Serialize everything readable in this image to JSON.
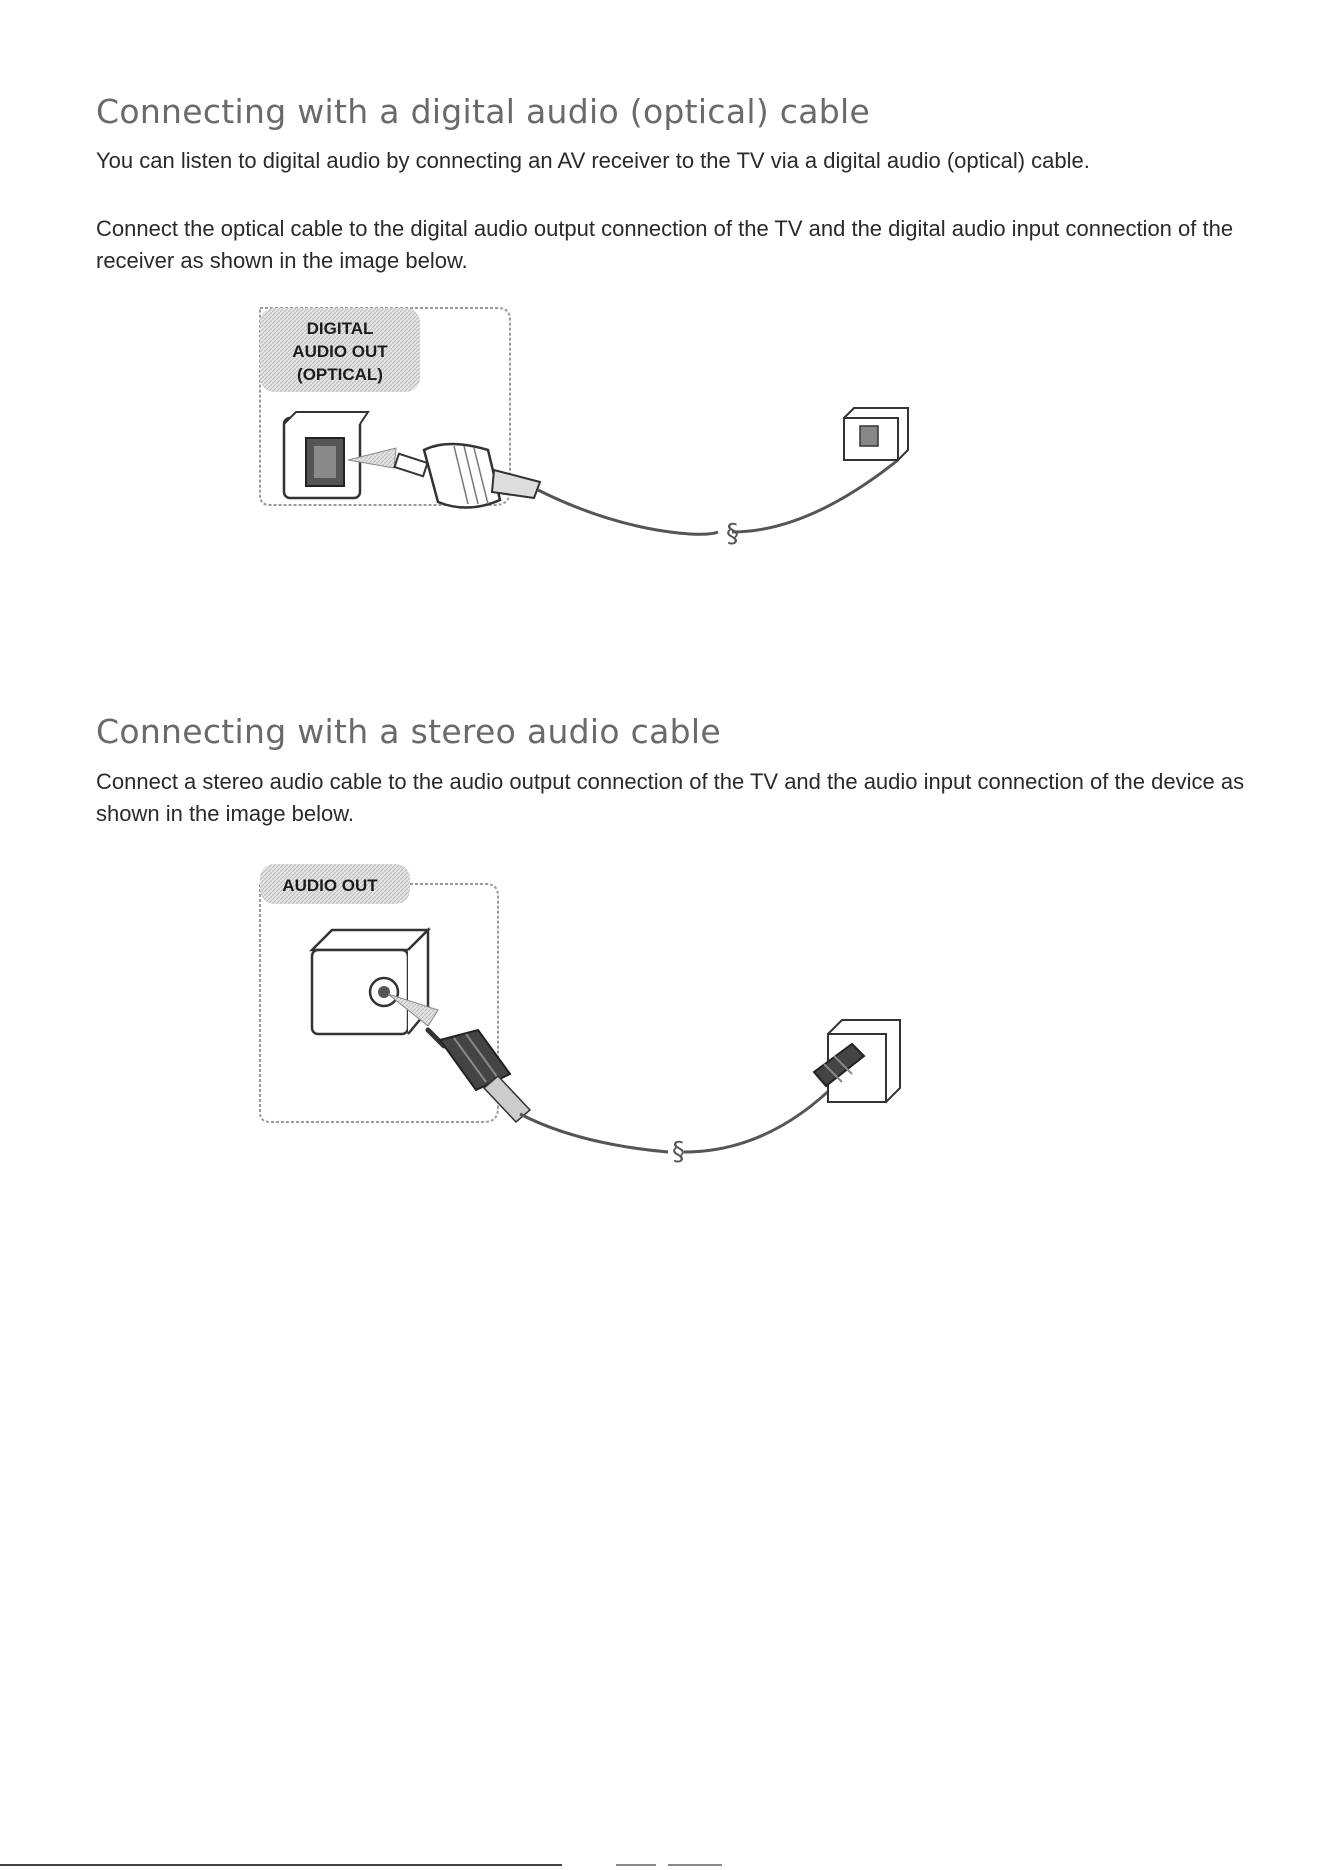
{
  "sections": [
    {
      "title": "Connecting with a digital audio (optical) cable",
      "paragraphs": [
        "You can listen to digital audio by connecting an AV receiver to the TV via a digital audio (optical) cable.",
        "Connect the optical cable to the digital audio output connection of the TV and the digital audio input connection of the receiver as shown in the image below."
      ],
      "diagram": {
        "label_lines": [
          "DIGITAL",
          "AUDIO OUT",
          "(OPTICAL)"
        ]
      }
    },
    {
      "title": "Connecting with a stereo audio cable",
      "paragraphs": [
        "Connect a stereo audio cable to the audio output connection of the TV and the audio input connection of the device as shown in the image below."
      ],
      "diagram": {
        "label_lines": [
          "AUDIO OUT"
        ]
      }
    }
  ],
  "colors": {
    "title": "#6a6a6a",
    "body_text": "#2a2a2a",
    "diagram_stroke": "#333333",
    "label_fill": "#d9d9d9"
  }
}
